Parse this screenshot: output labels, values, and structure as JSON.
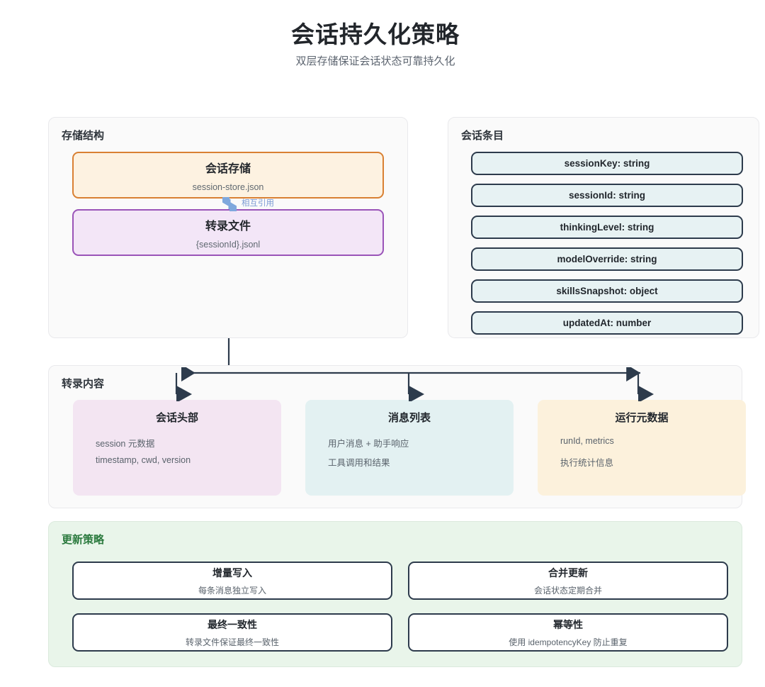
{
  "header": {
    "title": "会话持久化策略",
    "subtitle": "双层存储保证会话状态可靠持久化"
  },
  "storage_panel": {
    "title": "存储结构",
    "cards": [
      {
        "title": "会话存储",
        "subtitle": "session-store.json",
        "fill": "#fdf2e1",
        "border": "#d98033"
      },
      {
        "title": "转录文件",
        "subtitle": "{sessionId}.jsonl",
        "fill": "#f3e6f7",
        "border": "#9a54b8"
      }
    ],
    "link_label": "相互引用",
    "link_color": "#7b9bd4"
  },
  "entries_panel": {
    "title": "会话条目",
    "items": [
      {
        "label": "sessionKey: string"
      },
      {
        "label": "sessionId: string"
      },
      {
        "label": "thinkingLevel: string"
      },
      {
        "label": "modelOverride: string"
      },
      {
        "label": "skillsSnapshot: object"
      },
      {
        "label": "updatedAt: number"
      }
    ],
    "fill": "#e7f2f3",
    "border": "#2d3b4c"
  },
  "transcript_panel": {
    "title": "转录内容",
    "cards": [
      {
        "title": "会话头部",
        "lines": [
          "session 元数据",
          "timestamp, cwd, version"
        ],
        "fill": "#f3e5f2"
      },
      {
        "title": "消息列表",
        "lines": [
          "用户消息 + 助手响应",
          "工具调用和结果"
        ],
        "fill": "#e3f1f2"
      },
      {
        "title": "运行元数据",
        "lines": [
          "runId, metrics",
          "执行统计信息"
        ],
        "fill": "#fcf1dc"
      }
    ]
  },
  "update_panel": {
    "title": "更新策略",
    "title_color": "#2b7a3e",
    "cards": [
      {
        "title": "增量写入",
        "subtitle": "每条消息独立写入"
      },
      {
        "title": "合并更新",
        "subtitle": "会话状态定期合并"
      },
      {
        "title": "最终一致性",
        "subtitle": "转录文件保证最终一致性"
      },
      {
        "title": "幂等性",
        "subtitle": "使用 idempotencyKey 防止重复"
      }
    ]
  },
  "theme": {
    "arrow_color": "#2d3b4c",
    "panel_bg": "#fafafa",
    "page_bg": "#ffffff"
  }
}
